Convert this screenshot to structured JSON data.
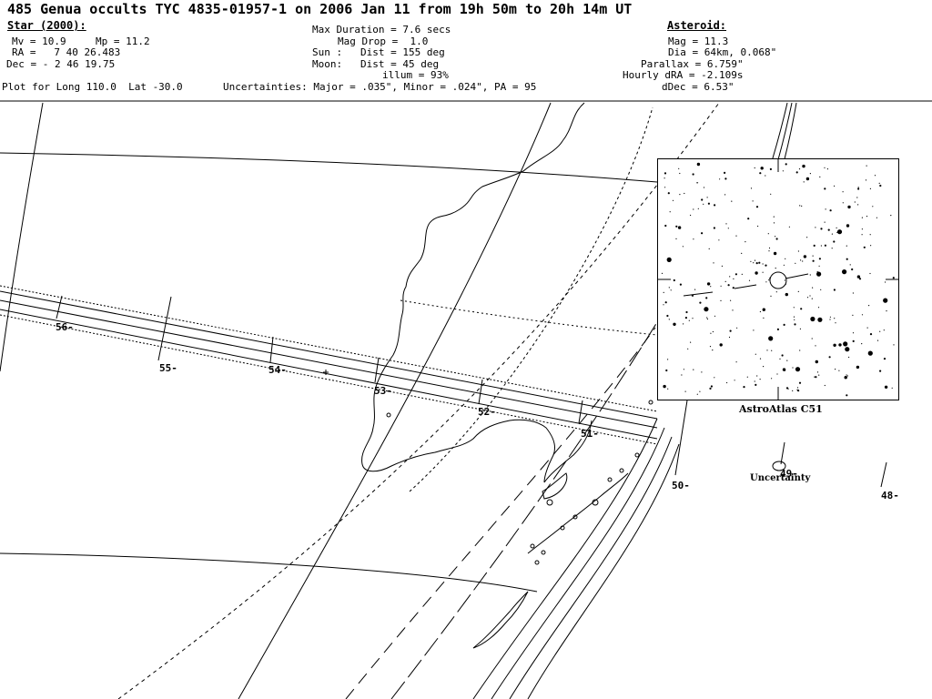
{
  "title": "485 Genua occults TYC 4835-01957-1 on 2006 Jan 11 from 19h 50m to 20h 14m UT",
  "star": {
    "heading": "Star (2000):",
    "mv": "Mv = 10.9",
    "mp": "Mp = 11.2",
    "ra": "RA =   7 40 26.483",
    "dec": "Dec = - 2 46 19.75"
  },
  "plot_for": "Plot for Long 110.0  Lat -30.0",
  "event": {
    "max_duration": "Max Duration = 7.6 secs",
    "mag_drop": "Mag Drop =  1.0",
    "sun": "Sun :   Dist = 155 deg",
    "moon": "Moon:   Dist = 45 deg",
    "illum": "illum = 93%",
    "uncertainties": "Uncertainties: Major = .035\", Minor = .024\", PA = 95"
  },
  "asteroid": {
    "heading": "Asteroid:",
    "mag": "Mag = 11.3",
    "dia": "Dia = 64km, 0.068\"",
    "parallax": "Parallax = 6.759\"",
    "hourly_dra": "Hourly dRA = -2.109s",
    "ddec": "dDec = 6.53\""
  },
  "time_labels": [
    "56-",
    "55-",
    "54-",
    "53-",
    "52-",
    "51-",
    "50-",
    "49-",
    "48-"
  ],
  "inset_caption": "AstroAtlas C51",
  "uncertainty_label": "Uncertainty"
}
